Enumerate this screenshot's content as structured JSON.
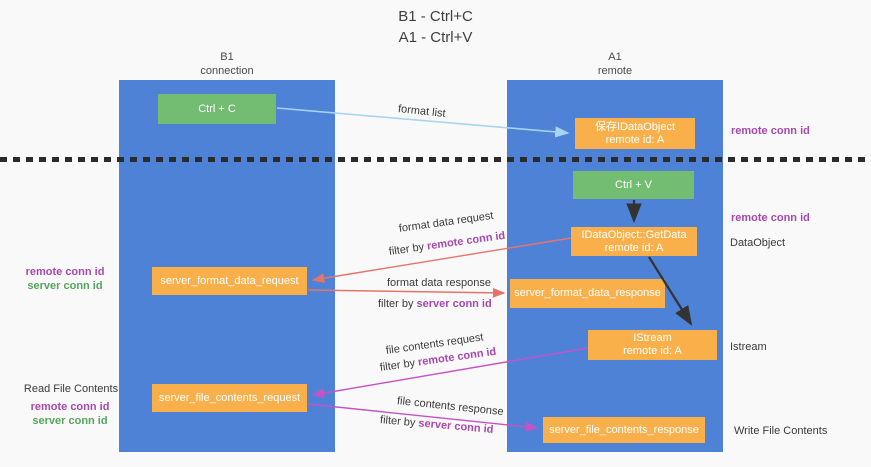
{
  "title": {
    "line1": "B1 - Ctrl+C",
    "line2": "A1 - Ctrl+V"
  },
  "lanes": {
    "left": {
      "name": "B1",
      "role": "connection"
    },
    "right": {
      "name": "A1",
      "role": "remote"
    }
  },
  "boxes": {
    "ctrl_c": "Ctrl + C",
    "ctrl_v": "Ctrl + V",
    "save_dataobject": {
      "line1": "保存IDataObject",
      "line2": "remote id: A"
    },
    "getdata": {
      "line1": "IDataObject::GetData",
      "line2": "remote id: A"
    },
    "istream": {
      "line1": "IStream",
      "line2": "remote id: A"
    },
    "server_format_data_request": "server_format_data_request",
    "server_format_data_response": "server_format_data_response",
    "server_file_contents_request": "server_file_contents_request",
    "server_file_contents_response": "server_file_contents_response"
  },
  "flows": {
    "format_list": "format list",
    "format_data_request": {
      "title": "format data request",
      "filter_prefix": "filter by ",
      "filter_key": "remote conn id"
    },
    "format_data_response": {
      "title": "format data response",
      "filter_prefix": "filter by ",
      "filter_key": "server conn id"
    },
    "file_contents_request": {
      "title": "file contents request",
      "filter_prefix": "filter by ",
      "filter_key": "remote conn id"
    },
    "file_contents_response": {
      "title": "file contents response",
      "filter_prefix": "filter by ",
      "filter_key": "server conn id"
    }
  },
  "left_annotations": {
    "format_ids": {
      "remote": "remote conn id",
      "server": "server conn id"
    },
    "read_file": "Read File Contents",
    "file_ids": {
      "remote": "remote conn id",
      "server": "server conn id"
    }
  },
  "right_annotations": {
    "remote_conn_top": "remote conn id",
    "remote_conn_mid": "remote conn id",
    "dataobject": "DataObject",
    "istream": "Istream",
    "write_file": "Write File Contents"
  },
  "colors": {
    "lane_blue": "#4d82d7",
    "box_green": "#72bd72",
    "box_orange": "#f9b04a",
    "arrow_salmon": "#e5756b",
    "arrow_magenta": "#c653c6",
    "arrow_lightblue": "#a9d4f1",
    "label_purple": "#a748ad",
    "label_green": "#55a55b",
    "divider_black": "#2b2b2b"
  }
}
